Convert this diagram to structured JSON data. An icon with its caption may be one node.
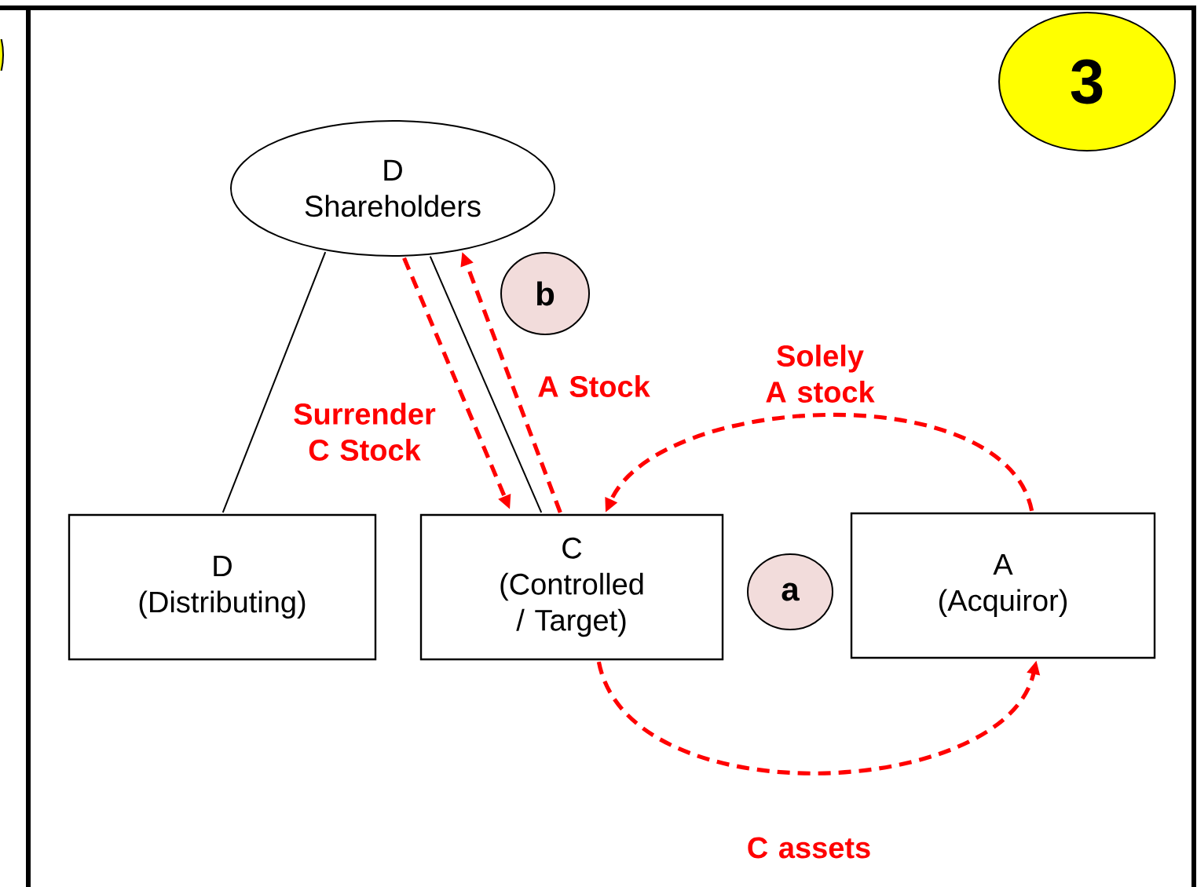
{
  "diagram": {
    "nodes": [
      {
        "text": [
          "D",
          "Shareholders"
        ]
      },
      {
        "text": [
          "D",
          "(Distributing)"
        ]
      },
      {
        "text": [
          "C",
          "(Controlled / Target)"
        ]
      },
      {
        "text": [
          "A",
          "(Acquiror)"
        ]
      },
      {
        "text": [
          "a"
        ]
      },
      {
        "text": [
          "b"
        ]
      },
      {
        "text": [
          "3"
        ]
      }
    ],
    "edges": [
      {
        "from": 0,
        "to": 1,
        "arrow": "none",
        "color": "#000000"
      },
      {
        "from": 0,
        "to": 2,
        "arrow": "none",
        "color": "#000000"
      },
      {
        "from": 0,
        "to": 2,
        "arrow": "to",
        "label": "Surrender C Stock",
        "style": "dashed",
        "color": "#ff0000"
      },
      {
        "from": 2,
        "to": 0,
        "arrow": "to",
        "label": "A Stock",
        "style": "dashed",
        "color": "#ff0000"
      },
      {
        "from": 3,
        "to": 2,
        "arrow": "to",
        "label": "Solely A stock",
        "style": "dashed",
        "color": "#ff0000"
      },
      {
        "from": 2,
        "to": 3,
        "arrow": "to",
        "label": "C assets",
        "style": "dashed",
        "color": "#ff0000"
      }
    ]
  }
}
